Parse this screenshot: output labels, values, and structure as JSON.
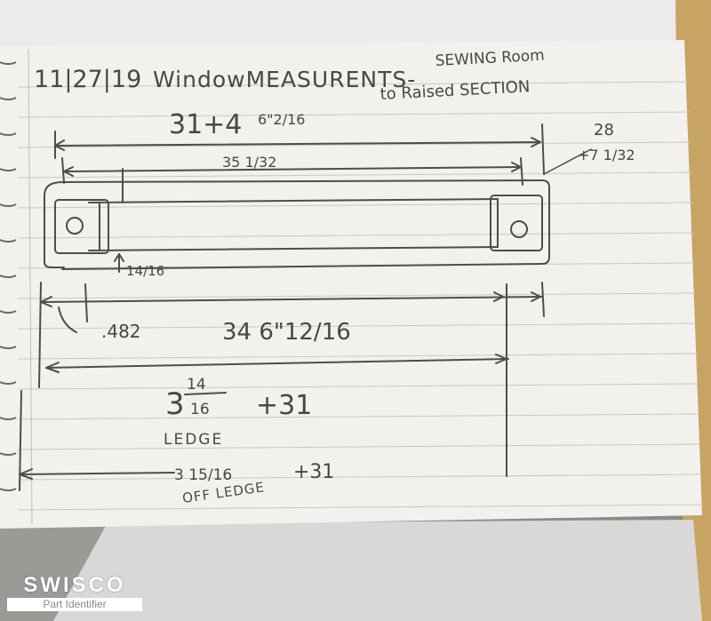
{
  "notebook": {
    "date": "11|27|19",
    "title": "WindowMEASURENTS-",
    "subtitle_room": "SEWING Room",
    "subtitle_note": "to Raised SECTION"
  },
  "measurements": {
    "top_overall": "31+4",
    "top_overall_fraction": "6\"2/16",
    "right_top": "28",
    "right_add": "+7 1/32",
    "inner_width": "35 1/32",
    "small_gap": "14/16",
    "left_offset": ".482",
    "middle_width": "34 6\"12/16",
    "ledge_value": "3",
    "ledge_fraction_num": "14",
    "ledge_fraction_den": "16",
    "ledge_add": "+31",
    "ledge_label": "LEDGE",
    "bottom_value": "3 15/16",
    "bottom_add": "+31",
    "bottom_label": "OFF LEDGE"
  },
  "watermark": {
    "brand": "SWISCO",
    "tagline": "Part Identifier"
  }
}
